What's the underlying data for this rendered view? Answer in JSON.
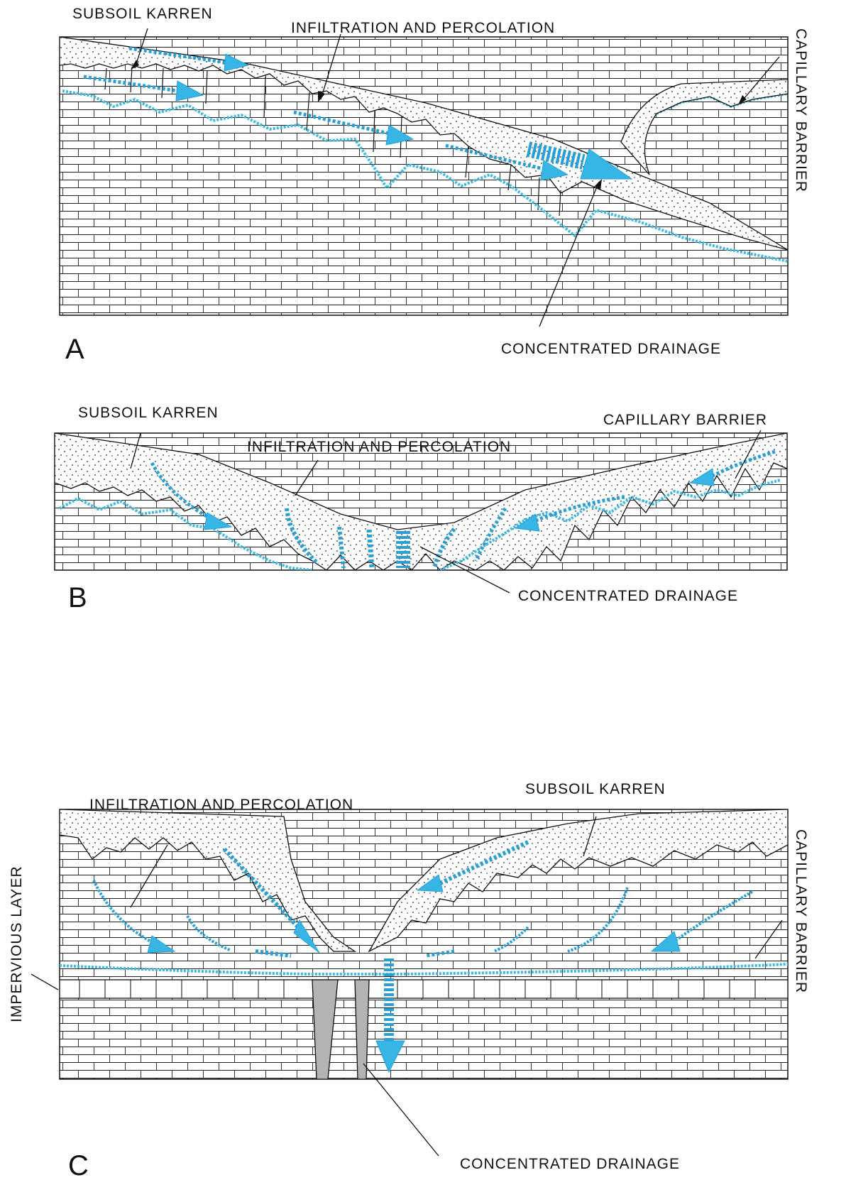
{
  "colors": {
    "ink": "#111111",
    "water": "#2a9fd6",
    "water_fill": "#37b6e6",
    "capillary": "#3fb9e0",
    "rock_gray": "#b3b3b3",
    "background": "#ffffff"
  },
  "panels": {
    "a": {
      "letter": "A",
      "labels": {
        "subsoil_karren": "SUBSOIL  KARREN",
        "infiltration": "INFILTRATION  AND  PERCOLATION",
        "capillary_barrier": "CAPILLARY  BARRIER",
        "concentrated_drainage": "CONCENTRATED  DRAINAGE"
      }
    },
    "b": {
      "letter": "B",
      "labels": {
        "subsoil_karren": "SUBSOIL  KARREN",
        "infiltration": "INFILTRATION  AND  PERCOLATION",
        "capillary_barrier": "CAPILLARY  BARRIER",
        "concentrated_drainage": "CONCENTRATED  DRAINAGE"
      }
    },
    "c": {
      "letter": "C",
      "labels": {
        "infiltration": "INFILTRATION  AND  PERCOLATION",
        "subsoil_karren": "SUBSOIL  KARREN",
        "capillary_barrier": "CAPILLARY  BARRIER",
        "impervious_layer": "IMPERVIOUS  LAYER",
        "concentrated_drainage": "CONCENTRATED  DRAINAGE"
      }
    }
  }
}
